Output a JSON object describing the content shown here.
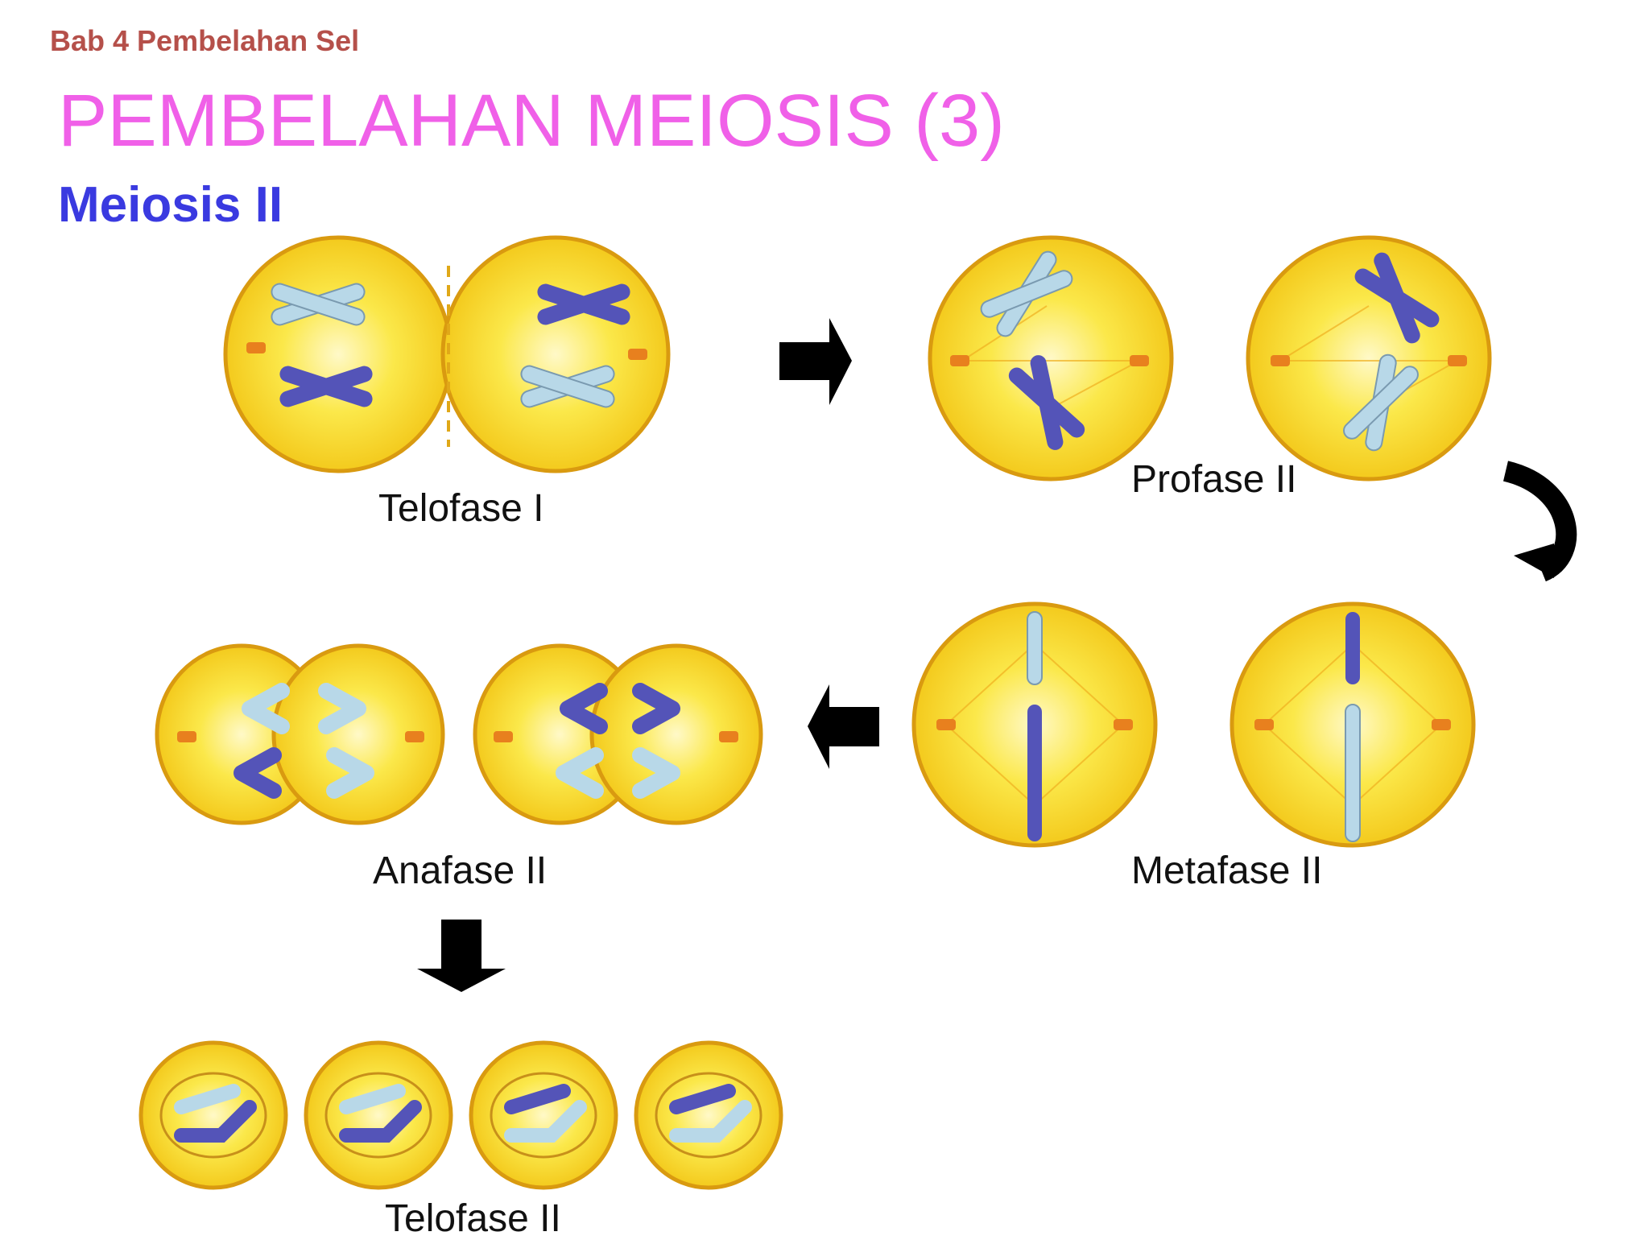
{
  "header": {
    "chapter": "Bab 4 Pembelahan Sel",
    "title": "PEMBELAHAN MEIOSIS (3)",
    "subtitle": "Meiosis II"
  },
  "stages": {
    "telofase_1": "Telofase I",
    "profase_2": "Profase II",
    "metafase_2": "Metafase II",
    "anafase_2": "Anafase II",
    "telofase_2": "Telofase II"
  },
  "colors": {
    "chapter": "#b5504a",
    "title": "#f060e8",
    "subtitle": "#3a3ae0",
    "cell_fill": "#f6d21e",
    "cell_border": "#d99a10",
    "chromosome_dark": "#5454b8",
    "chromosome_light": "#b8d8e8",
    "centriole": "#e8801e",
    "arrow": "#000000"
  },
  "icons": [
    "arrow-right-icon",
    "arrow-curve-down-icon",
    "arrow-left-icon",
    "arrow-down-icon"
  ]
}
